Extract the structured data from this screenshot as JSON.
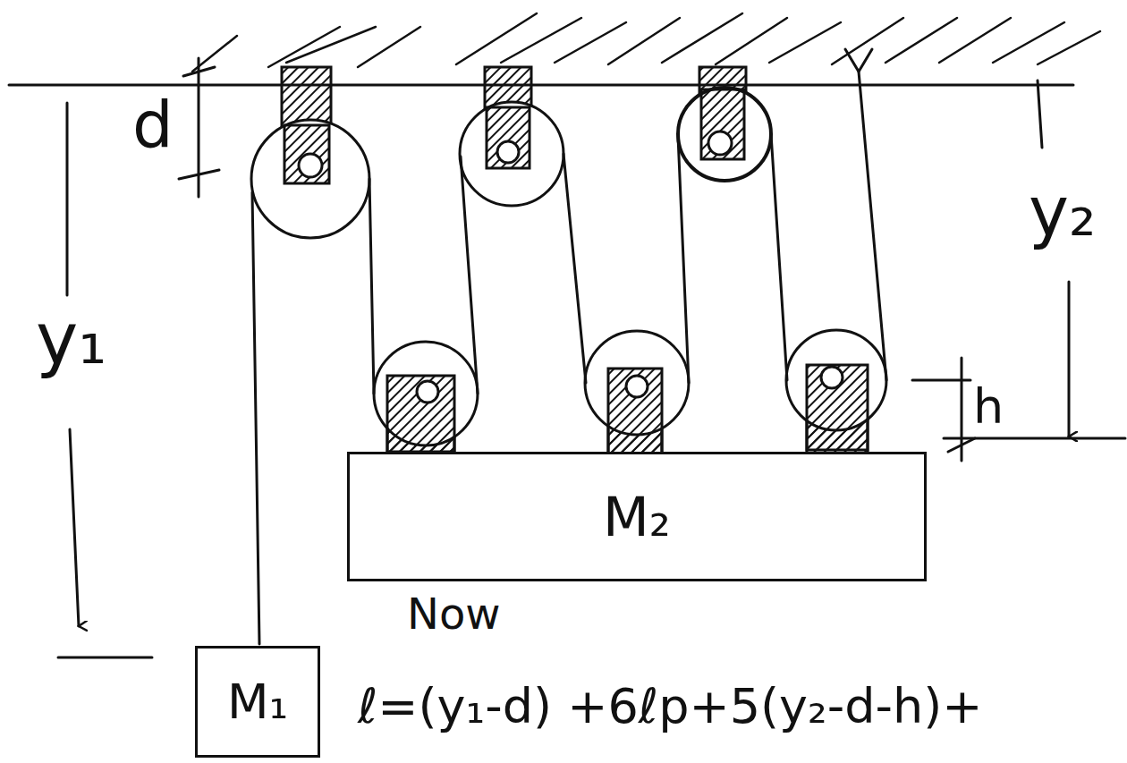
{
  "diagram": {
    "nodes": [
      {
        "text": [
          "M₂"
        ]
      },
      {
        "text": [
          "M₁"
        ]
      }
    ],
    "labels": [
      "d",
      "y₁",
      "y₂",
      "h",
      "Now",
      "ℓ=(y₁-d) +6ℓp+5(y₂-d-h)+"
    ]
  }
}
